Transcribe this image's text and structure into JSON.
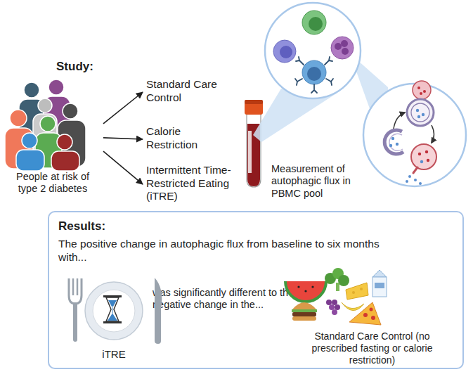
{
  "diagram": {
    "nodes": [
      {
        "text": [
          "Study:",
          "People at risk of type 2 diabetes"
        ]
      },
      {
        "text": [
          "Standard Care Control"
        ]
      },
      {
        "text": [
          "Calorie Restriction"
        ]
      },
      {
        "text": [
          "Intermittent Time-Restricted Eating (iTRE)"
        ]
      },
      {
        "text": [
          "Measurement of autophagic flux in PBMC pool"
        ]
      },
      {
        "text": [
          "Results:",
          "The positive change in autophagic flux from baseline to six months with...",
          "was significantly different to the negative change in the..."
        ]
      },
      {
        "text": [
          "iTRE"
        ],
        "in": 5
      },
      {
        "text": [
          "Standard Care Control (no prescribed fasting or calorie restriction)"
        ],
        "in": 5
      }
    ],
    "edges": [
      {
        "from": 0,
        "to": 1,
        "arrow": "to"
      },
      {
        "from": 0,
        "to": 2,
        "arrow": "to"
      },
      {
        "from": 0,
        "to": 3,
        "arrow": "to"
      }
    ]
  }
}
